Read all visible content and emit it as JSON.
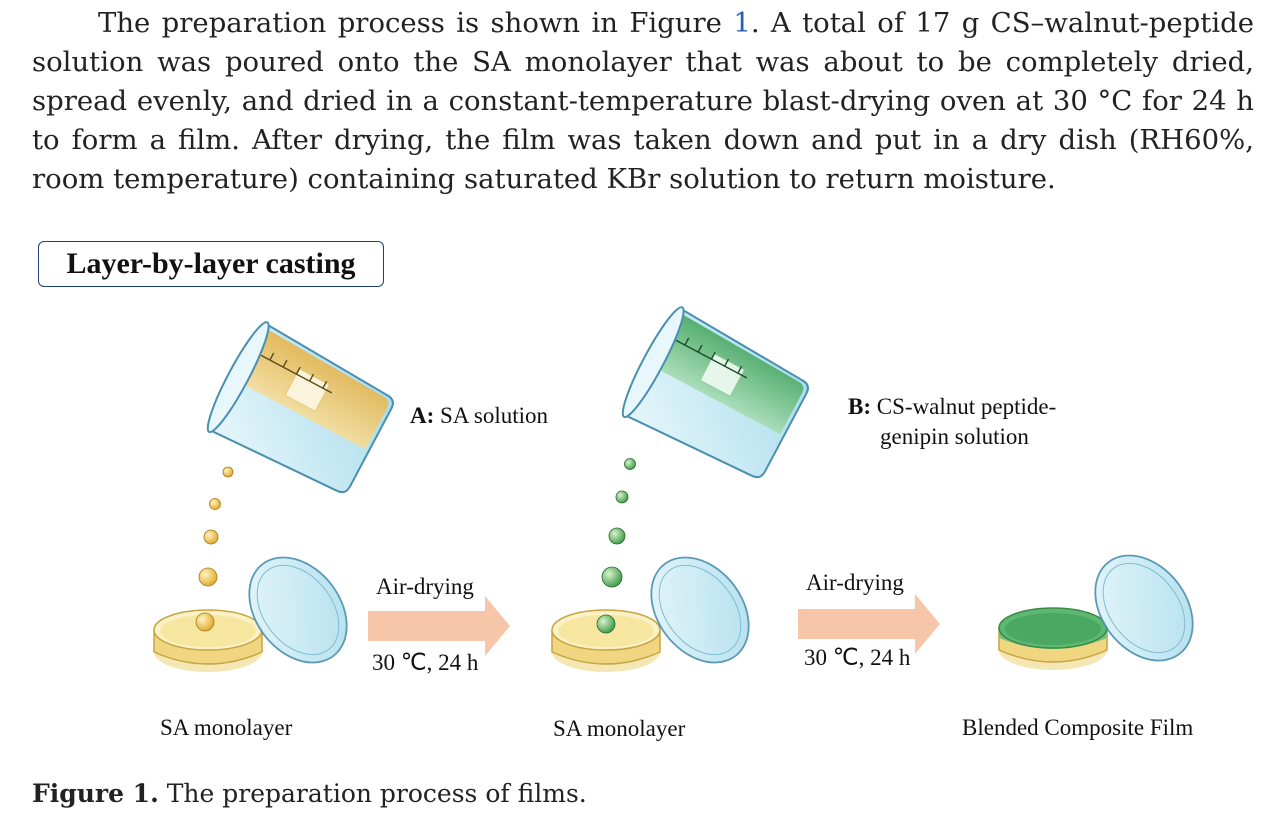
{
  "paragraph": {
    "before_ref": "The preparation process is shown in Figure ",
    "ref": "1",
    "after_ref": ".  A total of 17 g CS–walnut-peptide solution was poured onto the SA monolayer that was about to be completely dried, spread evenly, and dried in a constant-temperature blast-drying oven at 30 °C for 24 h to form a film.  After drying, the film was taken down and put in a dry dish (RH60%, room temperature) containing saturated KBr solution to return moisture."
  },
  "figure": {
    "title": "Layer-by-layer casting",
    "solution_a": {
      "prefix": "A:",
      "text": "SA solution"
    },
    "solution_b": {
      "prefix": "B:",
      "line1": "CS-walnut peptide-",
      "line2": "genipin  solution"
    },
    "step1": {
      "label": "Air-drying",
      "condition": "30 ℃, 24 h"
    },
    "step2": {
      "label": "Air-drying",
      "condition": "30 ℃, 24 h"
    },
    "dish1_label": "SA monolayer",
    "dish2_label": "SA monolayer",
    "dish3_label": "Blended Composite Film",
    "colors": {
      "sa": "#f2c55a",
      "cs": "#5cb872",
      "glass": "#bfe6f2",
      "arrow": "#f7c6a8"
    }
  },
  "caption": {
    "label": "Figure 1.",
    "text": " The preparation process of films."
  }
}
